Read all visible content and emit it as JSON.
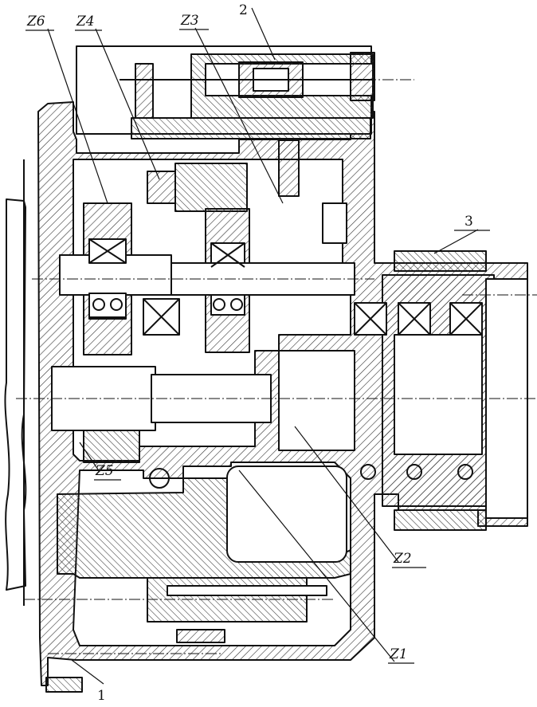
{
  "labels": {
    "z6": "Z6",
    "z4": "Z4",
    "z3": "Z3",
    "z5": "Z5",
    "z2": "Z2",
    "z1": "Z1",
    "n2": "2",
    "n3": "3",
    "n1": "1"
  },
  "colors": {
    "line": "#111111",
    "hatch": "#333333",
    "paper": "#ffffff"
  }
}
